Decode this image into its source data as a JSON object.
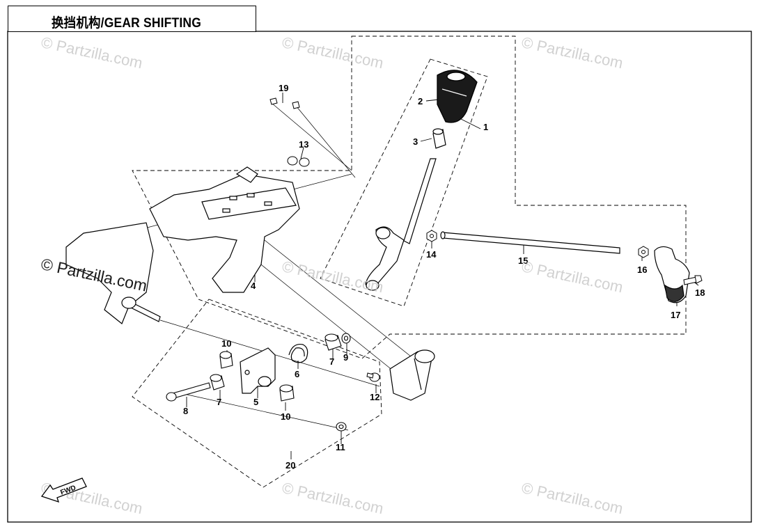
{
  "title": "换挡机构/GEAR SHIFTING",
  "watermark": "© Partzilla.com",
  "watermark_strong": "© Partzilla.com",
  "direction_label": "FWD",
  "callouts": {
    "c1": "1",
    "c2": "2",
    "c3": "3",
    "c4": "4",
    "c5": "5",
    "c6": "6",
    "c7a": "7",
    "c7b": "7",
    "c8": "8",
    "c9": "9",
    "c10a": "10",
    "c10b": "10",
    "c11": "11",
    "c12": "12",
    "c13": "13",
    "c14": "14",
    "c15": "15",
    "c16": "16",
    "c17": "17",
    "c18": "18",
    "c19": "19",
    "c20": "20"
  },
  "colors": {
    "line": "#000000",
    "watermark": "#c9c9c9"
  }
}
